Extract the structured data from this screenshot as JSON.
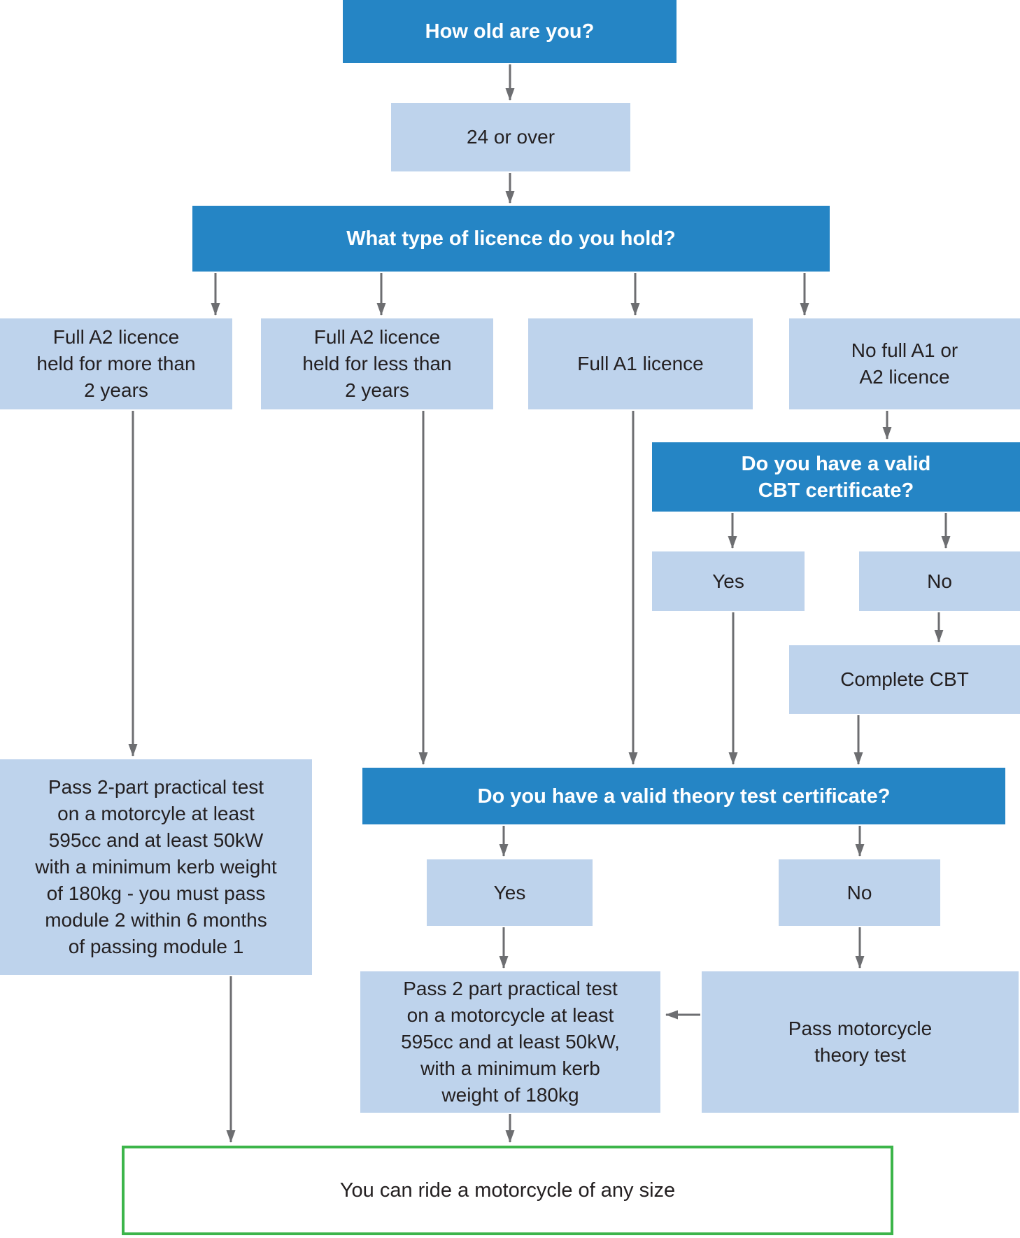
{
  "colors": {
    "question_header_bg": "#2585c5",
    "answer_box_bg": "#bed3ec",
    "connector_gray": "#6d6e71",
    "final_box_border_green": "#3cb54a",
    "dark_text": "#231f20",
    "header_text": "#ffffff"
  },
  "nodes": {
    "age_question": "How old are you?",
    "age_answer": "24 or over",
    "licence_question": "What type of licence do you hold?",
    "full_a2_more": "Full A2 licence\nheld for more than\n2 years",
    "full_a2_less": "Full A2 licence\nheld for less than\n2 years",
    "full_a1": "Full A1 licence",
    "no_full_licence": "No full A1 or\nA2 licence",
    "cbt_question": "Do you have a valid\nCBT certificate?",
    "cbt_yes": "Yes",
    "cbt_no": "No",
    "complete_cbt": "Complete CBT",
    "practical_a2_more": "Pass 2-part practical test\non a motorcyle at least\n595cc and at least 50kW\nwith a minimum kerb weight\nof 180kg - you must pass\nmodule 2 within 6 months\nof passing module 1",
    "theory_question": "Do you have a valid theory test certificate?",
    "theory_yes": "Yes",
    "theory_no": "No",
    "practical_main": "Pass 2 part practical test\non a motorcycle at least\n595cc and at least 50kW,\nwith a minimum kerb\nweight of 180kg",
    "pass_theory_test": "Pass motorcycle\ntheory test",
    "final_result": "You can ride a motorcycle of any size"
  },
  "edges": [
    {
      "from": "age_question",
      "to": "age_answer"
    },
    {
      "from": "age_answer",
      "to": "licence_question"
    },
    {
      "from": "licence_question",
      "to": "full_a2_more"
    },
    {
      "from": "licence_question",
      "to": "full_a2_less"
    },
    {
      "from": "licence_question",
      "to": "full_a1"
    },
    {
      "from": "licence_question",
      "to": "no_full_licence"
    },
    {
      "from": "no_full_licence",
      "to": "cbt_question"
    },
    {
      "from": "cbt_question",
      "to": "cbt_yes"
    },
    {
      "from": "cbt_question",
      "to": "cbt_no"
    },
    {
      "from": "cbt_no",
      "to": "complete_cbt"
    },
    {
      "from": "full_a2_more",
      "to": "practical_a2_more"
    },
    {
      "from": "full_a2_less",
      "to": "theory_question"
    },
    {
      "from": "full_a1",
      "to": "theory_question"
    },
    {
      "from": "cbt_yes",
      "to": "theory_question"
    },
    {
      "from": "complete_cbt",
      "to": "theory_question"
    },
    {
      "from": "theory_question",
      "to": "theory_yes"
    },
    {
      "from": "theory_question",
      "to": "theory_no"
    },
    {
      "from": "theory_yes",
      "to": "practical_main"
    },
    {
      "from": "theory_no",
      "to": "pass_theory_test"
    },
    {
      "from": "pass_theory_test",
      "to": "practical_main"
    },
    {
      "from": "practical_a2_more",
      "to": "final_result"
    },
    {
      "from": "practical_main",
      "to": "final_result"
    }
  ]
}
